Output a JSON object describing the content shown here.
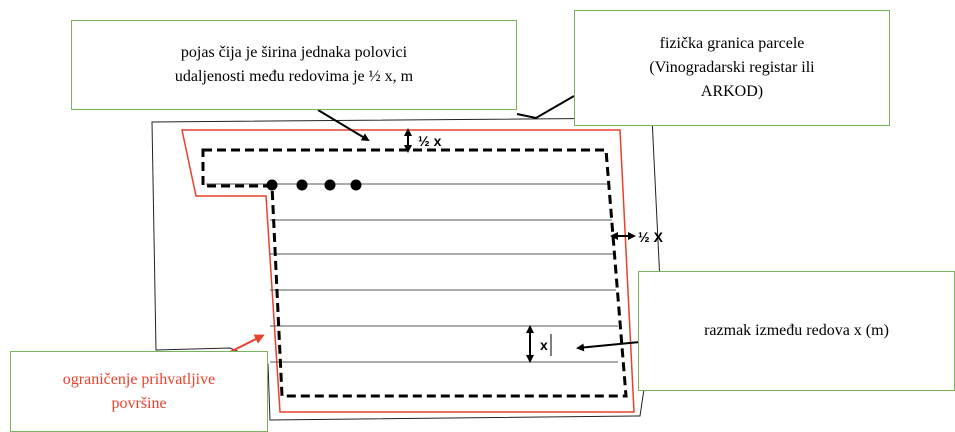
{
  "callouts": {
    "strip_width": [
      "pojas čija je širina jednaka polovici",
      "udaljenosti među redovima je ½ x, m"
    ],
    "physical_boundary": [
      "fizička granica parcele",
      "(Vinogradarski registar ili",
      "ARKOD)"
    ],
    "row_spacing": "razmak između redova x (m)",
    "eligible_area_limit": [
      "ograničenje prihvatljive",
      "površine"
    ]
  },
  "dimension_labels": {
    "half_x_top": "½ x",
    "half_x_right": "½ X",
    "x": "x"
  },
  "colors": {
    "callout_border": "#7bb35a",
    "eligible_limit": "#e8412c",
    "eligible_text": "#e8412c",
    "lines": "#000000",
    "row_lines": "#555555"
  }
}
